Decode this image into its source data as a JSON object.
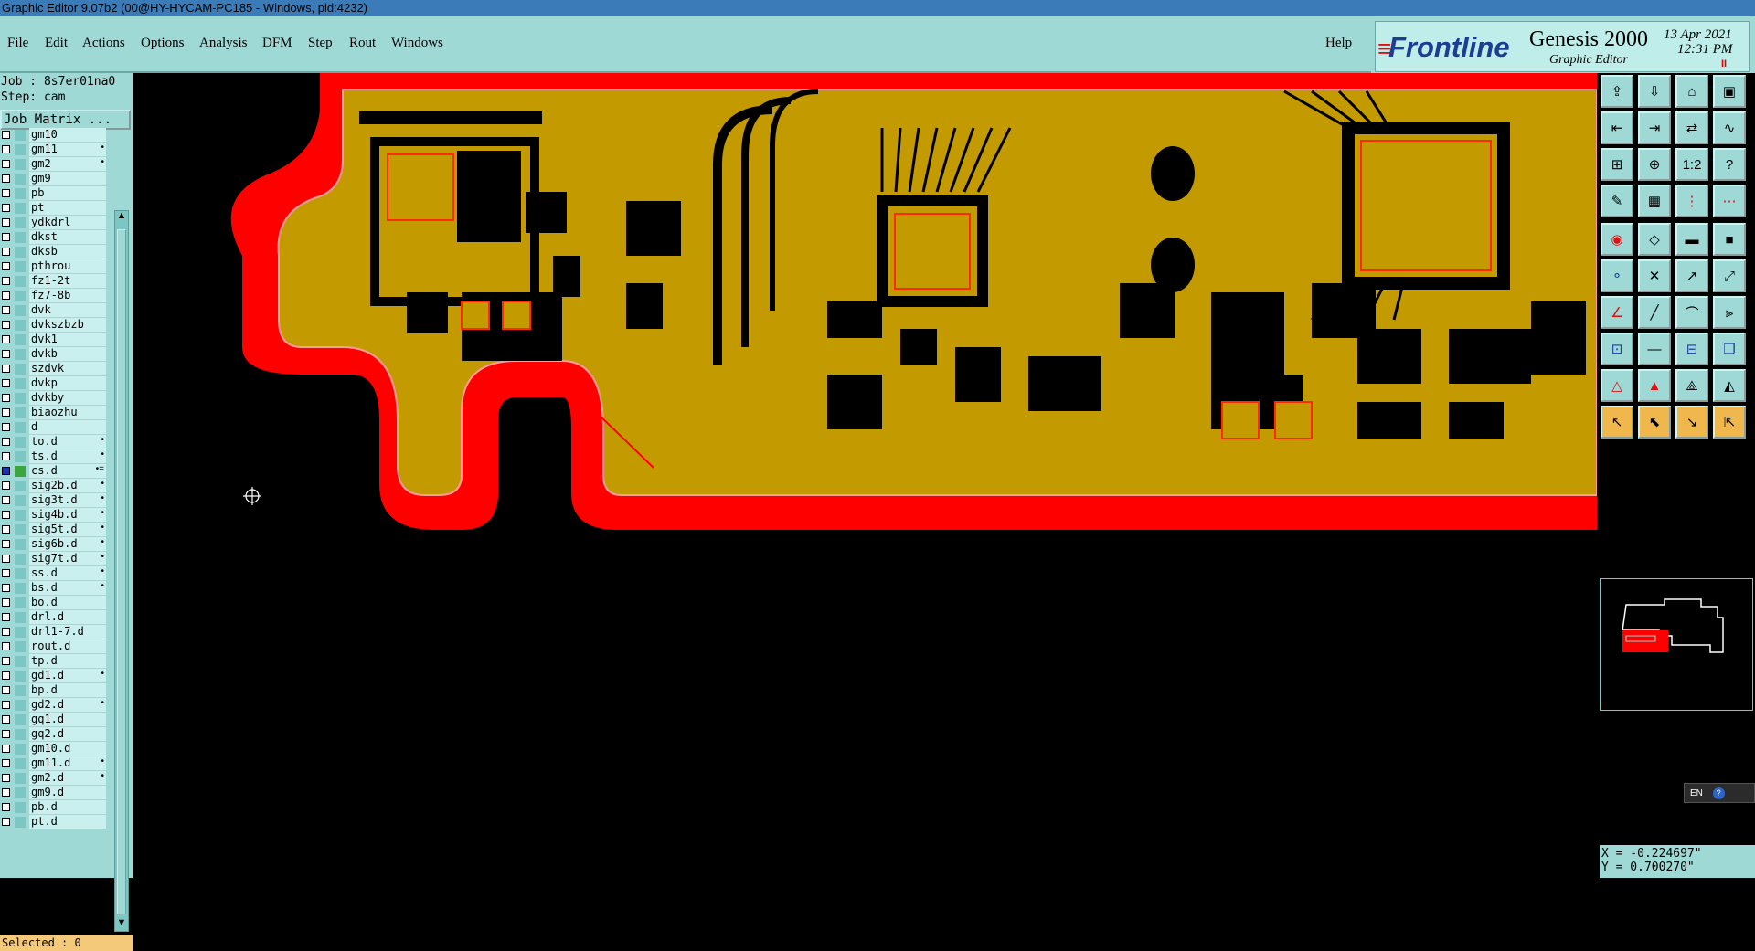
{
  "window": {
    "title": "Graphic Editor 9.07b2 (00@HY-HYCAM-PC185 - Windows, pid:4232)"
  },
  "menu": {
    "items": [
      "File",
      "Edit",
      "Actions",
      "Options",
      "Analysis",
      "DFM",
      "Step",
      "Rout",
      "Windows"
    ],
    "help": "Help"
  },
  "brand": {
    "vendor": "Frontline",
    "product": "Genesis 2000",
    "subtitle": "Graphic Editor",
    "date": "13 Apr 2021",
    "time": "12:31 PM",
    "indicator": "II"
  },
  "job": {
    "job_line": "Job : 8s7er01na0",
    "step_line": "Step: cam",
    "matrix_button": "Job Matrix ..."
  },
  "layers": [
    {
      "name": "gm10",
      "flag": ""
    },
    {
      "name": "gm11",
      "flag": "•"
    },
    {
      "name": "gm2",
      "flag": "•"
    },
    {
      "name": "gm9",
      "flag": ""
    },
    {
      "name": "pb",
      "flag": ""
    },
    {
      "name": "pt",
      "flag": ""
    },
    {
      "name": "ydkdrl",
      "flag": ""
    },
    {
      "name": "dkst",
      "flag": ""
    },
    {
      "name": "dksb",
      "flag": ""
    },
    {
      "name": "pthrou",
      "flag": ""
    },
    {
      "name": "fz1-2t",
      "flag": ""
    },
    {
      "name": "fz7-8b",
      "flag": ""
    },
    {
      "name": "dvk",
      "flag": ""
    },
    {
      "name": "dvkszbzb",
      "flag": ""
    },
    {
      "name": "dvk1",
      "flag": ""
    },
    {
      "name": "dvkb",
      "flag": ""
    },
    {
      "name": "szdvk",
      "flag": ""
    },
    {
      "name": "dvkp",
      "flag": ""
    },
    {
      "name": "dvkby",
      "flag": ""
    },
    {
      "name": "biaozhu",
      "flag": ""
    },
    {
      "name": "d",
      "flag": ""
    },
    {
      "name": "to.d",
      "flag": "•"
    },
    {
      "name": "ts.d",
      "flag": "•"
    },
    {
      "name": "cs.d",
      "flag": "•=",
      "active": true
    },
    {
      "name": "sig2b.d",
      "flag": "•"
    },
    {
      "name": "sig3t.d",
      "flag": "•"
    },
    {
      "name": "sig4b.d",
      "flag": "•"
    },
    {
      "name": "sig5t.d",
      "flag": "•"
    },
    {
      "name": "sig6b.d",
      "flag": "•"
    },
    {
      "name": "sig7t.d",
      "flag": "•"
    },
    {
      "name": "ss.d",
      "flag": "•"
    },
    {
      "name": "bs.d",
      "flag": "•"
    },
    {
      "name": "bo.d",
      "flag": ""
    },
    {
      "name": "drl.d",
      "flag": ""
    },
    {
      "name": "drl1-7.d",
      "flag": ""
    },
    {
      "name": "rout.d",
      "flag": ""
    },
    {
      "name": "tp.d",
      "flag": ""
    },
    {
      "name": "gd1.d",
      "flag": "•"
    },
    {
      "name": "bp.d",
      "flag": ""
    },
    {
      "name": "gd2.d",
      "flag": "•"
    },
    {
      "name": "gq1.d",
      "flag": ""
    },
    {
      "name": "gq2.d",
      "flag": ""
    },
    {
      "name": "gm10.d",
      "flag": ""
    },
    {
      "name": "gm11.d",
      "flag": "•"
    },
    {
      "name": "gm2.d",
      "flag": "•"
    },
    {
      "name": "gm9.d",
      "flag": ""
    },
    {
      "name": "pb.d",
      "flag": ""
    },
    {
      "name": "pt.d",
      "flag": ""
    }
  ],
  "status": {
    "selected": "Selected : 0"
  },
  "coords": {
    "x": "X = -0.224697\"",
    "y": "Y = 0.700270\""
  },
  "lang": {
    "code": "EN"
  },
  "colors": {
    "copper": "#c39a00",
    "outline": "#ff0000",
    "canvas": "#000000",
    "panel": "#9fd9d6",
    "active_layer": "#3da53d"
  },
  "toolbar": {
    "rows": [
      [
        "save-icon",
        "load-icon",
        "home-icon",
        "panel-icon"
      ],
      [
        "in-icon",
        "out-icon",
        "swap-icon",
        "snake-icon"
      ],
      [
        "fit-icon",
        "zoom-icon",
        "ratio-icon",
        "help-icon"
      ],
      [
        "cam-icon",
        "grid-icon",
        "vert-drc-icon",
        "horiz-drc-icon"
      ],
      [
        "pad-icon",
        "fill-icon",
        "line-icon",
        "rect-icon"
      ],
      [
        "node-icon",
        "cross-icon",
        "move-icon",
        "connect-icon"
      ],
      [
        "angle-icon",
        "slash-icon",
        "arc-icon",
        "align-icon"
      ],
      [
        "dot-icon",
        "dash-icon",
        "box-icon",
        "multi-icon"
      ],
      [
        "tri-icon",
        "tri-b-icon",
        "tri-c-icon",
        "tri-d-icon"
      ],
      [
        "pointer-icon",
        "pointer-box-icon",
        "pointer-line-icon",
        "pointer-multi-icon"
      ]
    ],
    "ratio_label": "1:2",
    "help_label": "?"
  }
}
